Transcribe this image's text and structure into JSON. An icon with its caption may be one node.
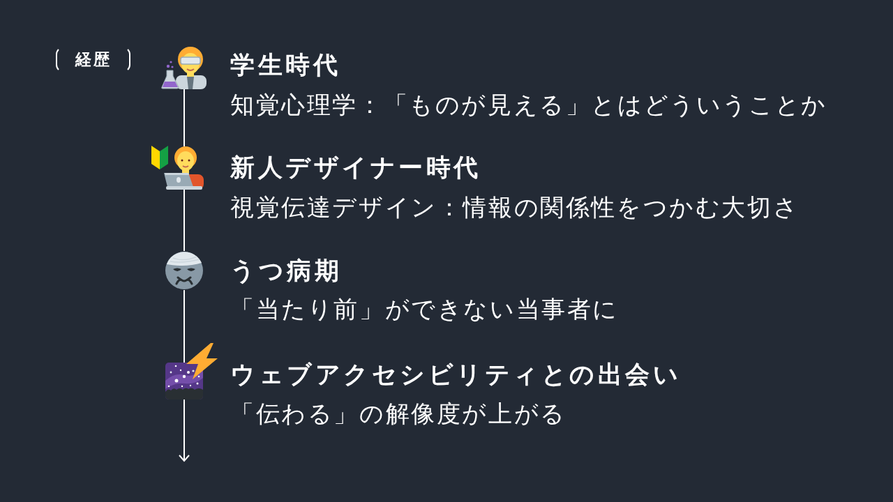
{
  "diagram": {
    "title": "経歴",
    "nodes": [
      {
        "text": [],
        "shape": "picture",
        "beside": [
          "学生時代",
          "知覚心理学：「ものが見える」とはどういうことか"
        ]
      },
      {
        "text": [],
        "shape": "picture",
        "beside": [
          "新人デザイナー時代",
          "視覚伝達デザイン：情報の関係性をつかむ大切さ"
        ]
      },
      {
        "text": [],
        "shape": "picture",
        "beside": [
          "うつ病期",
          "「当たり前」ができない当事者に"
        ]
      },
      {
        "text": [],
        "shape": "picture",
        "beside": [
          "ウェブアクセシビリティとの出会い",
          "「伝わる」の解像度が上がる"
        ]
      }
    ],
    "edges": [
      {
        "from": 0,
        "to": 1,
        "arrow": "none"
      },
      {
        "from": 1,
        "to": 2,
        "arrow": "none"
      },
      {
        "from": 2,
        "to": 3,
        "arrow": "none"
      },
      {
        "from": 3,
        "to": null,
        "arrow": "to"
      }
    ]
  }
}
